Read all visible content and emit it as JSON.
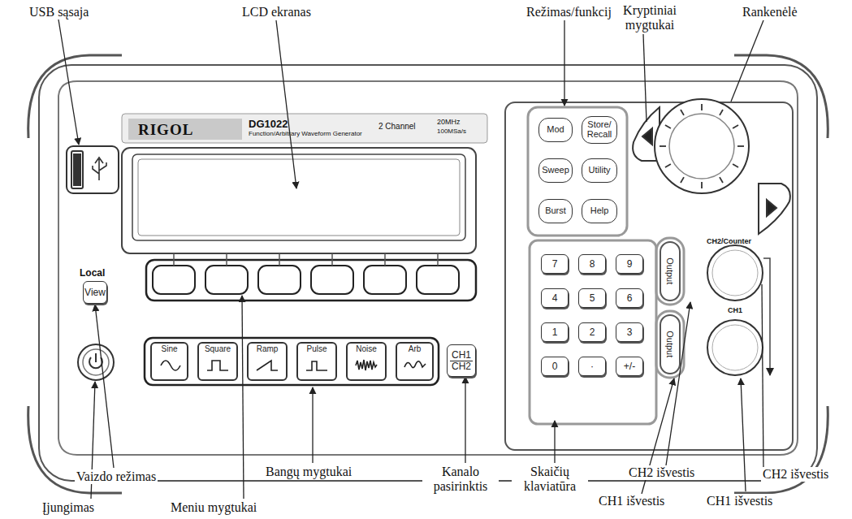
{
  "diagram": {
    "nodes": [
      {
        "text": [
          "Mod"
        ]
      },
      {
        "text": [
          "Store/ Recall"
        ]
      },
      {
        "text": [
          "Sweep"
        ]
      },
      {
        "text": [
          "Utility"
        ]
      },
      {
        "text": [
          "Burst"
        ]
      },
      {
        "text": [
          "Help"
        ]
      },
      {
        "text": [
          "Sine"
        ]
      },
      {
        "text": [
          "Square"
        ]
      },
      {
        "text": [
          "Ramp"
        ]
      },
      {
        "text": [
          "Pulse"
        ]
      },
      {
        "text": [
          "Noise"
        ]
      },
      {
        "text": [
          "Arb"
        ]
      },
      {
        "text": [
          "CH1",
          "CH2"
        ]
      },
      {
        "text": [
          "View"
        ]
      },
      {
        "text": [
          "7"
        ]
      },
      {
        "text": [
          "8"
        ]
      },
      {
        "text": [
          "9"
        ]
      },
      {
        "text": [
          "4"
        ]
      },
      {
        "text": [
          "5"
        ]
      },
      {
        "text": [
          "6"
        ]
      },
      {
        "text": [
          "1"
        ]
      },
      {
        "text": [
          "2"
        ]
      },
      {
        "text": [
          "3"
        ]
      },
      {
        "text": [
          "0"
        ]
      },
      {
        "text": [
          "·"
        ]
      },
      {
        "text": [
          "+/-"
        ]
      },
      {
        "text": [
          "Output"
        ]
      },
      {
        "text": [
          "Output"
        ]
      }
    ],
    "labels": [
      "RIGOL",
      "DG1022",
      "Function/Arbitrary Waveform Generator",
      "2 Channel",
      "20MHz",
      "100MSa/s",
      "Local",
      "CH2/Counter",
      "CH1",
      "USB sąsaja",
      "LCD ekranas",
      "Režimas/funkcijos",
      "Kryptiniai mygtukai",
      "Rankenėlė",
      "Vaizdo režimas",
      "Bangų mygtukai",
      "Kanalo pasirinktis",
      "Skaičių klaviatūra",
      "CH2 išvestis",
      "CH2 išvestis",
      "Įjungimas",
      "Meniu mygtukai",
      "CH1 išvestis",
      "CH1 išvestis"
    ]
  }
}
